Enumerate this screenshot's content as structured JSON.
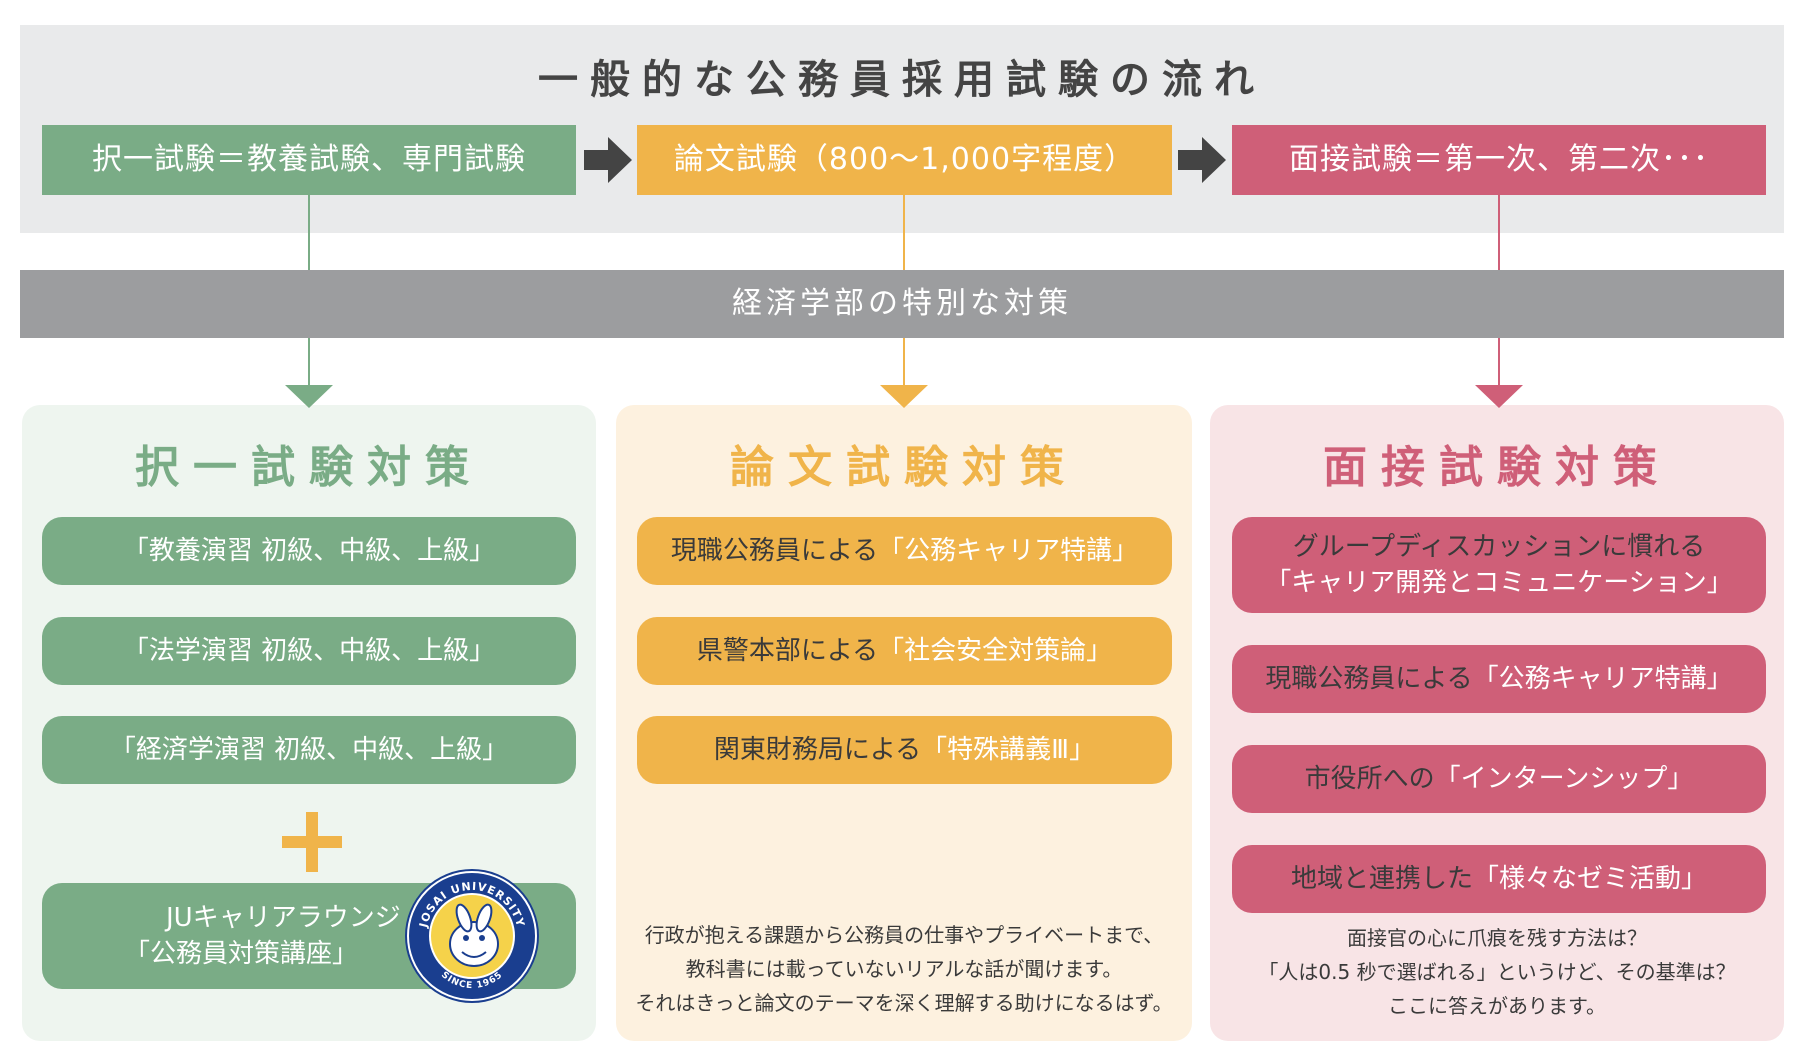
{
  "title": "一般的な公務員採用試験の流れ",
  "stages": [
    {
      "label": "択一試験＝教養試験、専門試験"
    },
    {
      "label": "論文試験（800～1,000字程度）"
    },
    {
      "label": "面接試験＝第一次、第二次･･･"
    }
  ],
  "bar_label": "経済学部の特別な対策",
  "panels": [
    {
      "title": "択一試験対策",
      "items": [
        "「教養演習 初級、中級、上級」",
        "「法学演習 初級、中級、上級」",
        "「経済学演習 初級、中級、上級」"
      ],
      "extra_line1": "JUキャリアラウンジ",
      "extra_line2": "「公務員対策講座」"
    },
    {
      "title": "論文試験対策",
      "items": [
        {
          "prefix": "現職公務員による",
          "quote": "「公務キャリア特講」"
        },
        {
          "prefix": "県警本部による",
          "quote": "「社会安全対策論」"
        },
        {
          "prefix": "関東財務局による",
          "quote": "「特殊講義Ⅲ」"
        }
      ],
      "note": [
        "行政が抱える課題から公務員の仕事やプライベートまで、",
        "教科書には載っていないリアルな話が聞けます。",
        "それはきっと論文のテーマを深く理解する助けになるはず。"
      ]
    },
    {
      "title": "面接試験対策",
      "items": [
        {
          "line1": "グループディスカッションに慣れる",
          "line2": "「キャリア開発とコミュニケーション」"
        },
        {
          "prefix": "現職公務員による",
          "quote": "「公務キャリア特講」"
        },
        {
          "prefix": "市役所への",
          "quote": "「インターンシップ」"
        },
        {
          "prefix": "地域と連携した",
          "quote": "「様々なゼミ活動」"
        }
      ],
      "note": [
        "面接官の心に爪痕を残す方法は？",
        "「人は0.5 秒で選ばれる」というけど、その基準は？",
        "ここに答えがあります。"
      ]
    }
  ],
  "logo": {
    "top_text": "JOSAI UNIVERSITY",
    "bottom_text": "SINCE 1965"
  },
  "colors": {
    "green": "#7aac86",
    "orange": "#f0b44a",
    "pink": "#cf5f78",
    "grey": "#9c9d9f"
  }
}
